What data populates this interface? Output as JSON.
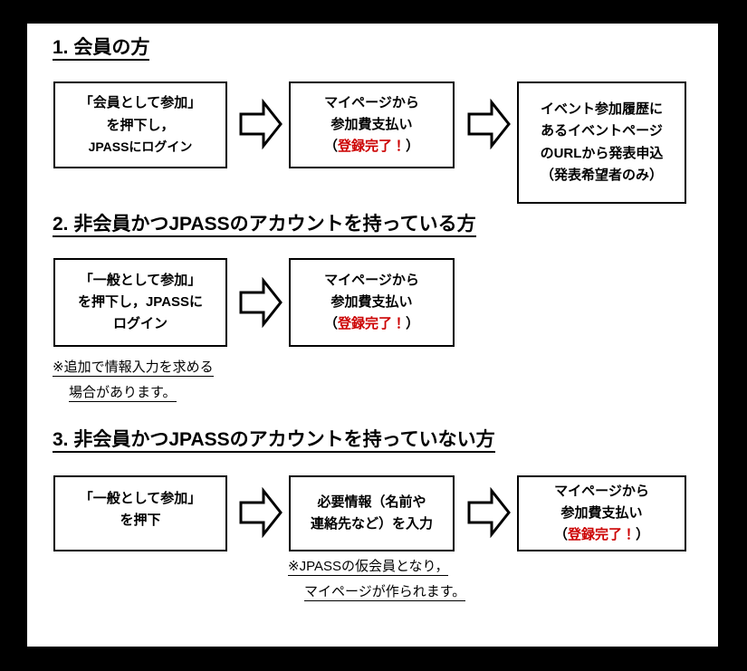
{
  "page": {
    "background": "#ffffff",
    "frame_color": "#000000",
    "accent_red": "#CC0000"
  },
  "sections": [
    {
      "id": "section-1",
      "heading": "1. 会員の方",
      "steps": [
        {
          "id": "step-1-1",
          "lines": [
            {
              "text": "「会員として参加」",
              "style": "normal"
            },
            {
              "text": "を押下し，",
              "style": "normal"
            },
            {
              "text": "JPASSにログイン",
              "style": "normal"
            }
          ]
        },
        {
          "id": "step-1-2",
          "lines": [
            {
              "text": "マイページから",
              "style": "normal"
            },
            {
              "text": "参加費支払い",
              "style": "normal"
            },
            {
              "text": "（登録完了！）",
              "style": "red-in-parens",
              "paren_open": "（",
              "emphasis": "登録完了！",
              "paren_close": "）"
            }
          ]
        },
        {
          "id": "step-1-3",
          "lines": [
            {
              "text": "イベント参加履歴に",
              "style": "normal"
            },
            {
              "text": "あるイベントページ",
              "style": "normal"
            },
            {
              "text": "のURLから発表申込",
              "style": "normal"
            },
            {
              "text": "（発表希望者のみ）",
              "style": "normal"
            }
          ]
        }
      ],
      "arrows": [
        "arrow-right",
        "arrow-right"
      ],
      "notes": []
    },
    {
      "id": "section-2",
      "heading": "2. 非会員かつJPASSのアカウントを持っている方",
      "steps": [
        {
          "id": "step-2-1",
          "lines": [
            {
              "text": "「一般として参加」",
              "style": "normal"
            },
            {
              "text": "を押下し，JPASSに",
              "style": "normal"
            },
            {
              "text": "ログイン",
              "style": "normal"
            }
          ]
        },
        {
          "id": "step-2-2",
          "lines": [
            {
              "text": "マイページから",
              "style": "normal"
            },
            {
              "text": "参加費支払い",
              "style": "normal"
            },
            {
              "text": "（登録完了！）",
              "style": "red-in-parens",
              "paren_open": "（",
              "emphasis": "登録完了！",
              "paren_close": "）"
            }
          ]
        }
      ],
      "arrows": [
        "arrow-right"
      ],
      "notes": [
        {
          "id": "note-2",
          "lines": [
            "※追加で情報入力を求める",
            "場合があります。"
          ]
        }
      ]
    },
    {
      "id": "section-3",
      "heading": "3. 非会員かつJPASSのアカウントを持っていない方",
      "steps": [
        {
          "id": "step-3-1",
          "lines": [
            {
              "text": "「一般として参加」",
              "style": "normal"
            },
            {
              "text": "を押下",
              "style": "normal"
            }
          ]
        },
        {
          "id": "step-3-2",
          "lines": [
            {
              "text": "必要情報（名前や",
              "style": "normal"
            },
            {
              "text": "連絡先など）を入力",
              "style": "normal"
            }
          ]
        },
        {
          "id": "step-3-3",
          "lines": [
            {
              "text": "マイページから",
              "style": "normal"
            },
            {
              "text": "参加費支払い",
              "style": "normal"
            },
            {
              "text": "（登録完了！）",
              "style": "red-in-parens",
              "paren_open": "（",
              "emphasis": "登録完了！",
              "paren_close": "）"
            }
          ]
        }
      ],
      "arrows": [
        "arrow-right",
        "arrow-right"
      ],
      "notes": [
        {
          "id": "note-3",
          "lines": [
            "※JPASSの仮会員となり，",
            "マイページが作られます。"
          ]
        }
      ]
    }
  ]
}
